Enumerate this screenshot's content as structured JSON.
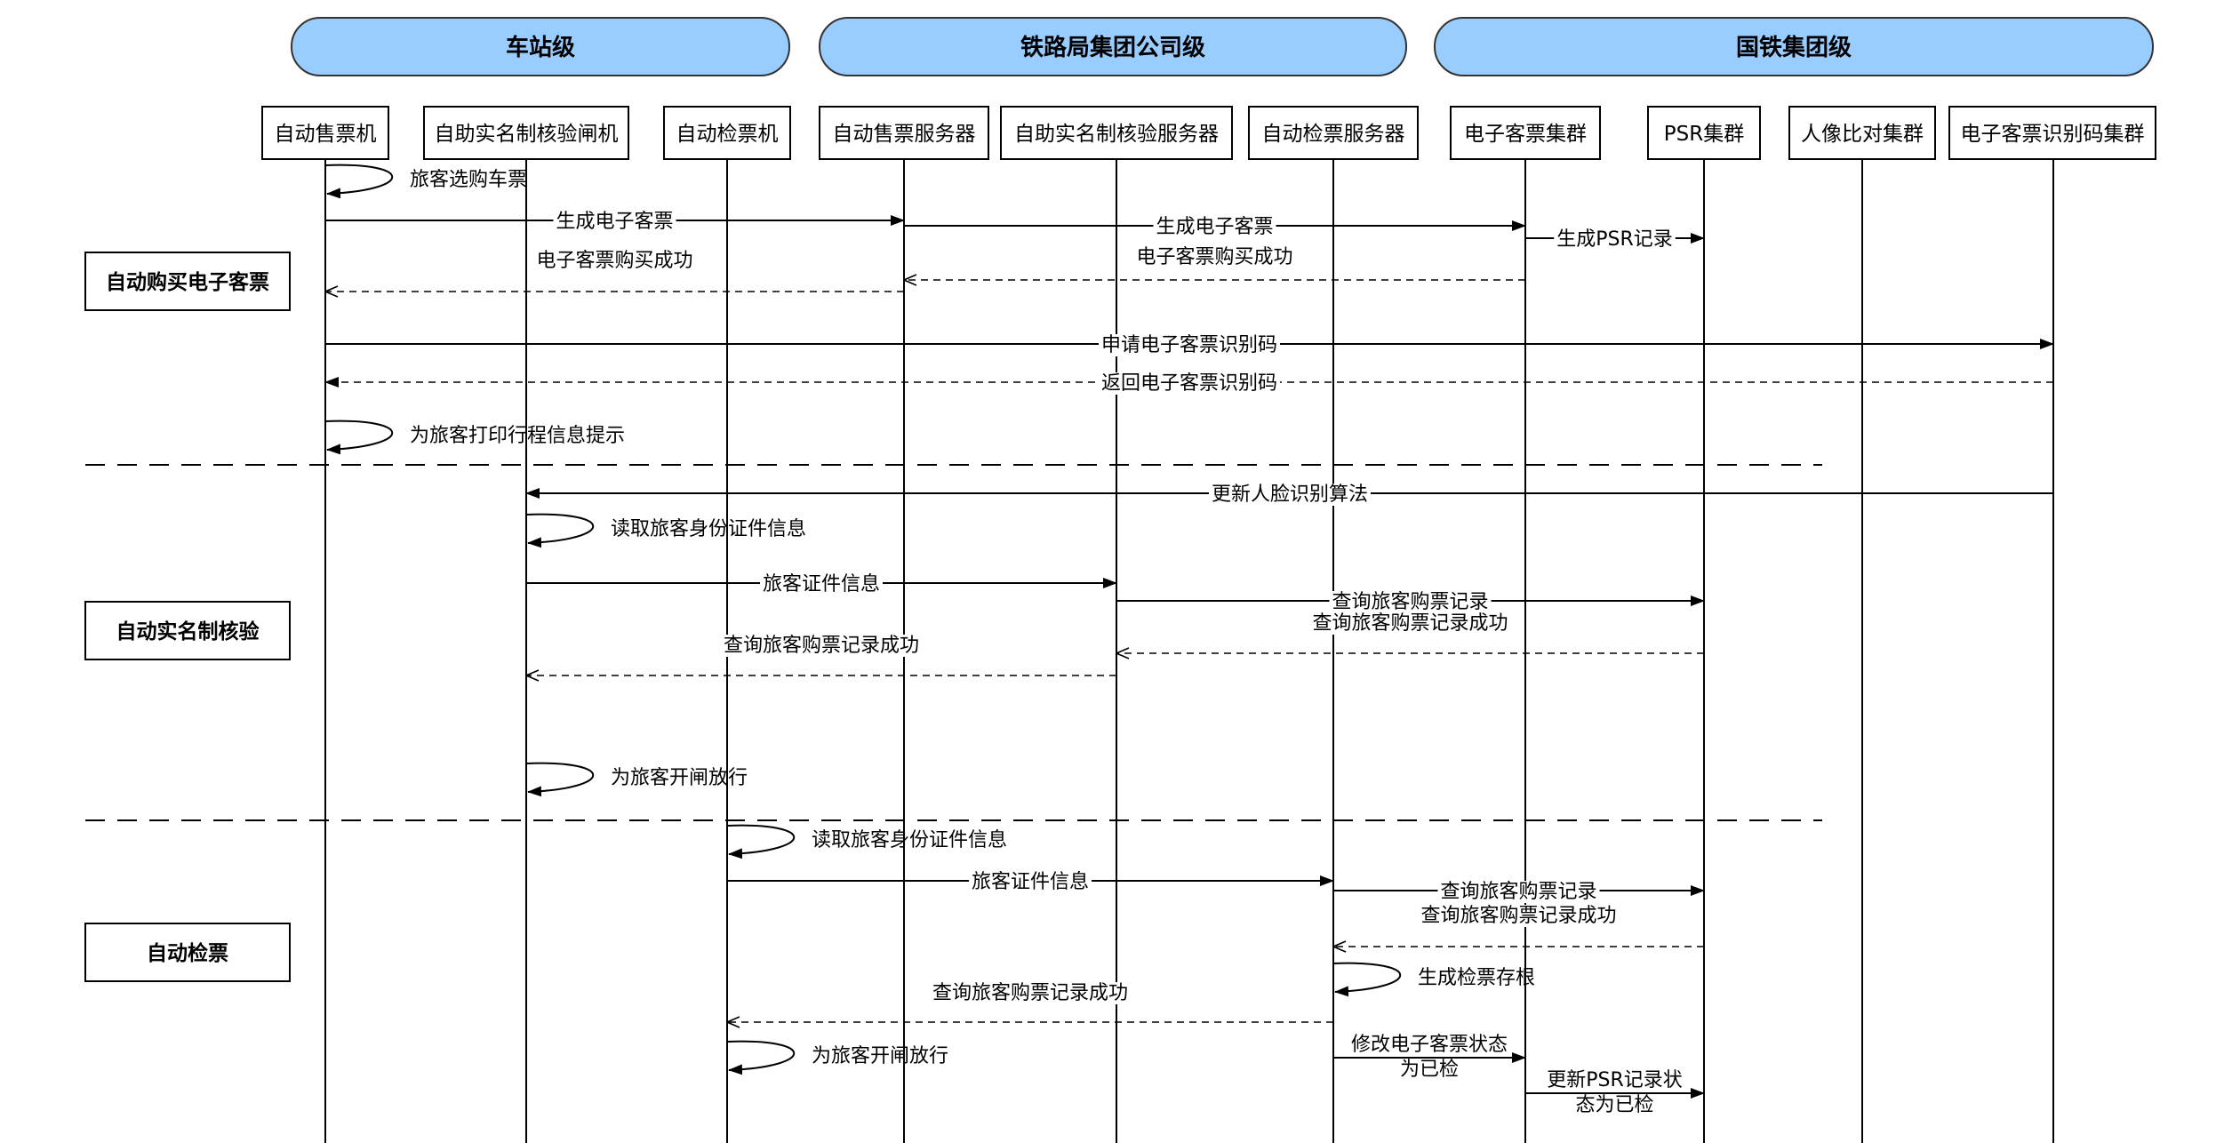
{
  "groups": [
    {
      "id": "station",
      "label": "车站级"
    },
    {
      "id": "bureau",
      "label": "铁路局集团公司级"
    },
    {
      "id": "national",
      "label": "国铁集团级"
    }
  ],
  "actors": [
    {
      "id": "ticket_machine",
      "label": "自动售票机"
    },
    {
      "id": "gate",
      "label": "自助实名制核验闸机"
    },
    {
      "id": "checker",
      "label": "自动检票机"
    },
    {
      "id": "sale_server",
      "label": "自动售票服务器"
    },
    {
      "id": "verify_server",
      "label": "自助实名制核验服务器"
    },
    {
      "id": "check_server",
      "label": "自动检票服务器"
    },
    {
      "id": "eticket_cluster",
      "label": "电子客票集群"
    },
    {
      "id": "psr_cluster",
      "label": "PSR集群"
    },
    {
      "id": "face_cluster",
      "label": "人像比对集群"
    },
    {
      "id": "code_cluster",
      "label": "电子客票识别码集群"
    }
  ],
  "phases": [
    {
      "id": "buy",
      "label": "自动购买电子客票"
    },
    {
      "id": "verify",
      "label": "自动实名制核验"
    },
    {
      "id": "check",
      "label": "自动检票"
    }
  ],
  "messages": [
    {
      "kind": "self",
      "actor": "ticket_machine",
      "label": "旅客选购车票"
    },
    {
      "kind": "solid",
      "from": "ticket_machine",
      "to": "sale_server",
      "label": "生成电子客票"
    },
    {
      "kind": "solid",
      "from": "sale_server",
      "to": "eticket_cluster",
      "label": "生成电子客票"
    },
    {
      "kind": "solid",
      "from": "eticket_cluster",
      "to": "psr_cluster",
      "label": "生成PSR记录"
    },
    {
      "kind": "dash",
      "from": "eticket_cluster",
      "to": "sale_server",
      "label": "电子客票购买成功"
    },
    {
      "kind": "dash",
      "from": "sale_server",
      "to": "ticket_machine",
      "label": "电子客票购买成功"
    },
    {
      "kind": "solid",
      "from": "ticket_machine",
      "to": "code_cluster",
      "label": "申请电子客票识别码"
    },
    {
      "kind": "dash",
      "from": "code_cluster",
      "to": "ticket_machine",
      "label": "返回电子客票识别码"
    },
    {
      "kind": "self",
      "actor": "ticket_machine",
      "label": "为旅客打印行程信息提示"
    },
    {
      "kind": "solid",
      "from": "code_cluster",
      "to": "gate",
      "label": "更新人脸识别算法"
    },
    {
      "kind": "self",
      "actor": "gate",
      "label": "读取旅客身份证件信息"
    },
    {
      "kind": "solid",
      "from": "gate",
      "to": "verify_server",
      "label": "旅客证件信息"
    },
    {
      "kind": "solid",
      "from": "verify_server",
      "to": "psr_cluster",
      "label": "查询旅客购票记录"
    },
    {
      "kind": "dash",
      "from": "psr_cluster",
      "to": "verify_server",
      "label": "查询旅客购票记录成功"
    },
    {
      "kind": "dash",
      "from": "verify_server",
      "to": "gate",
      "label": "查询旅客购票记录成功"
    },
    {
      "kind": "self",
      "actor": "gate",
      "label": "为旅客开闸放行"
    },
    {
      "kind": "self",
      "actor": "checker",
      "label": "读取旅客身份证件信息"
    },
    {
      "kind": "solid",
      "from": "checker",
      "to": "check_server",
      "label": "旅客证件信息"
    },
    {
      "kind": "solid",
      "from": "check_server",
      "to": "psr_cluster",
      "label": "查询旅客购票记录"
    },
    {
      "kind": "dash",
      "from": "psr_cluster",
      "to": "check_server",
      "label": "查询旅客购票记录成功"
    },
    {
      "kind": "self",
      "actor": "check_server",
      "label": "生成检票存根"
    },
    {
      "kind": "dash",
      "from": "check_server",
      "to": "checker",
      "label": "查询旅客购票记录成功"
    },
    {
      "kind": "self",
      "actor": "checker",
      "label": "为旅客开闸放行"
    },
    {
      "kind": "solid",
      "from": "check_server",
      "to": "eticket_cluster",
      "label": "修改电子客票状态为已检",
      "lines": [
        "修改电子客票状态",
        "为已检"
      ]
    },
    {
      "kind": "solid",
      "from": "eticket_cluster",
      "to": "psr_cluster",
      "label": "更新PSR记录状态为已检",
      "lines": [
        "更新PSR记录状",
        "态为已检"
      ]
    }
  ]
}
